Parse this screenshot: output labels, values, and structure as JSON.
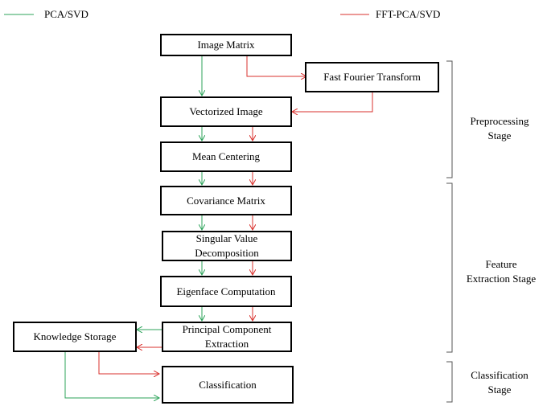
{
  "legend": [
    {
      "label": "PCA/SVD",
      "color": "#2ca35a"
    },
    {
      "label": "FFT-PCA/SVD",
      "color": "#d9302c"
    }
  ],
  "boxes": {
    "image_matrix": "Image Matrix",
    "fft": "Fast Fourier Transform",
    "vectorized": "Vectorized Image",
    "mean_centering": "Mean Centering",
    "covariance": "Covariance Matrix",
    "svd_line1": "Singular Value",
    "svd_line2": "Decomposition",
    "eigenface": "Eigenface Computation",
    "pca_line1": "Principal Component",
    "pca_line2": "Extraction",
    "knowledge": "Knowledge Storage",
    "classification": "Classification"
  },
  "stages": {
    "preprocessing_line1": "Preprocessing",
    "preprocessing_line2": "Stage",
    "feature_line1": "Feature",
    "feature_line2": "Extraction Stage",
    "classification_line1": "Classification",
    "classification_line2": "Stage"
  }
}
